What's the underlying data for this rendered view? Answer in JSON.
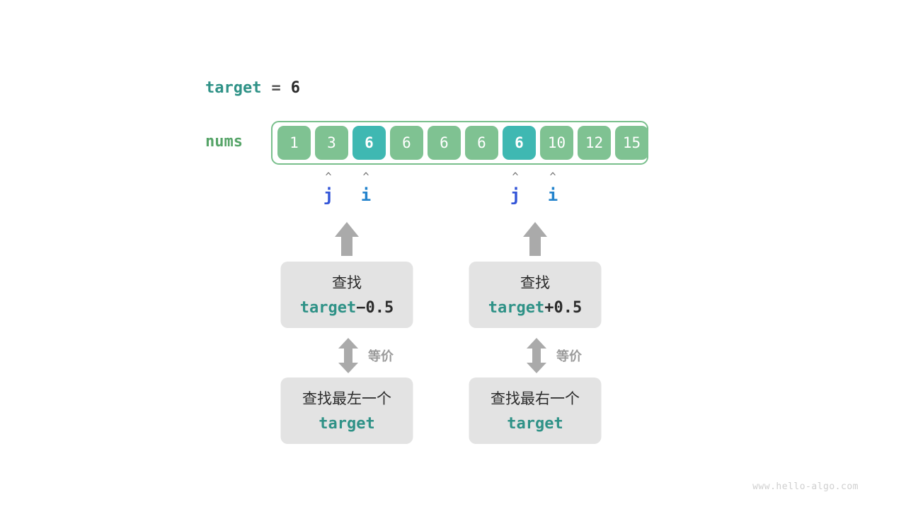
{
  "variables": {
    "target_name": "target",
    "equals": "=",
    "target_value": "6",
    "nums_label": "nums"
  },
  "array": {
    "values": [
      "1",
      "3",
      "6",
      "6",
      "6",
      "6",
      "6",
      "10",
      "12",
      "15"
    ],
    "highlighted_indices": [
      2,
      6
    ],
    "cell_color": "#7fc292",
    "highlight_color": "#3fb8b2",
    "border_color": "#79bf8c"
  },
  "pointers": {
    "caret_glyph": "^",
    "left_group": {
      "j_label": "j",
      "i_label": "i"
    },
    "right_group": {
      "j_label": "j",
      "i_label": "i"
    },
    "j_color": "#3355d8",
    "i_color": "#2383cc"
  },
  "columns": [
    {
      "id": "left",
      "upper_box": {
        "line1": "查找",
        "expr_target": "target",
        "expr_sign": "−",
        "expr_value": "0.5"
      },
      "equiv_label": "等价",
      "lower_box": {
        "line1": "查找最左一个",
        "line2": "target"
      }
    },
    {
      "id": "right",
      "upper_box": {
        "line1": "查找",
        "expr_target": "target",
        "expr_sign": "+",
        "expr_value": "0.5"
      },
      "equiv_label": "等价",
      "lower_box": {
        "line1": "查找最右一个",
        "line2": "target"
      }
    }
  ],
  "watermark": "www.hello-algo.com",
  "colors": {
    "teal_text": "#2f9287",
    "green_text": "#56a468",
    "gray_arrow": "#aaaaaa",
    "box_bg": "#e3e3e3"
  }
}
